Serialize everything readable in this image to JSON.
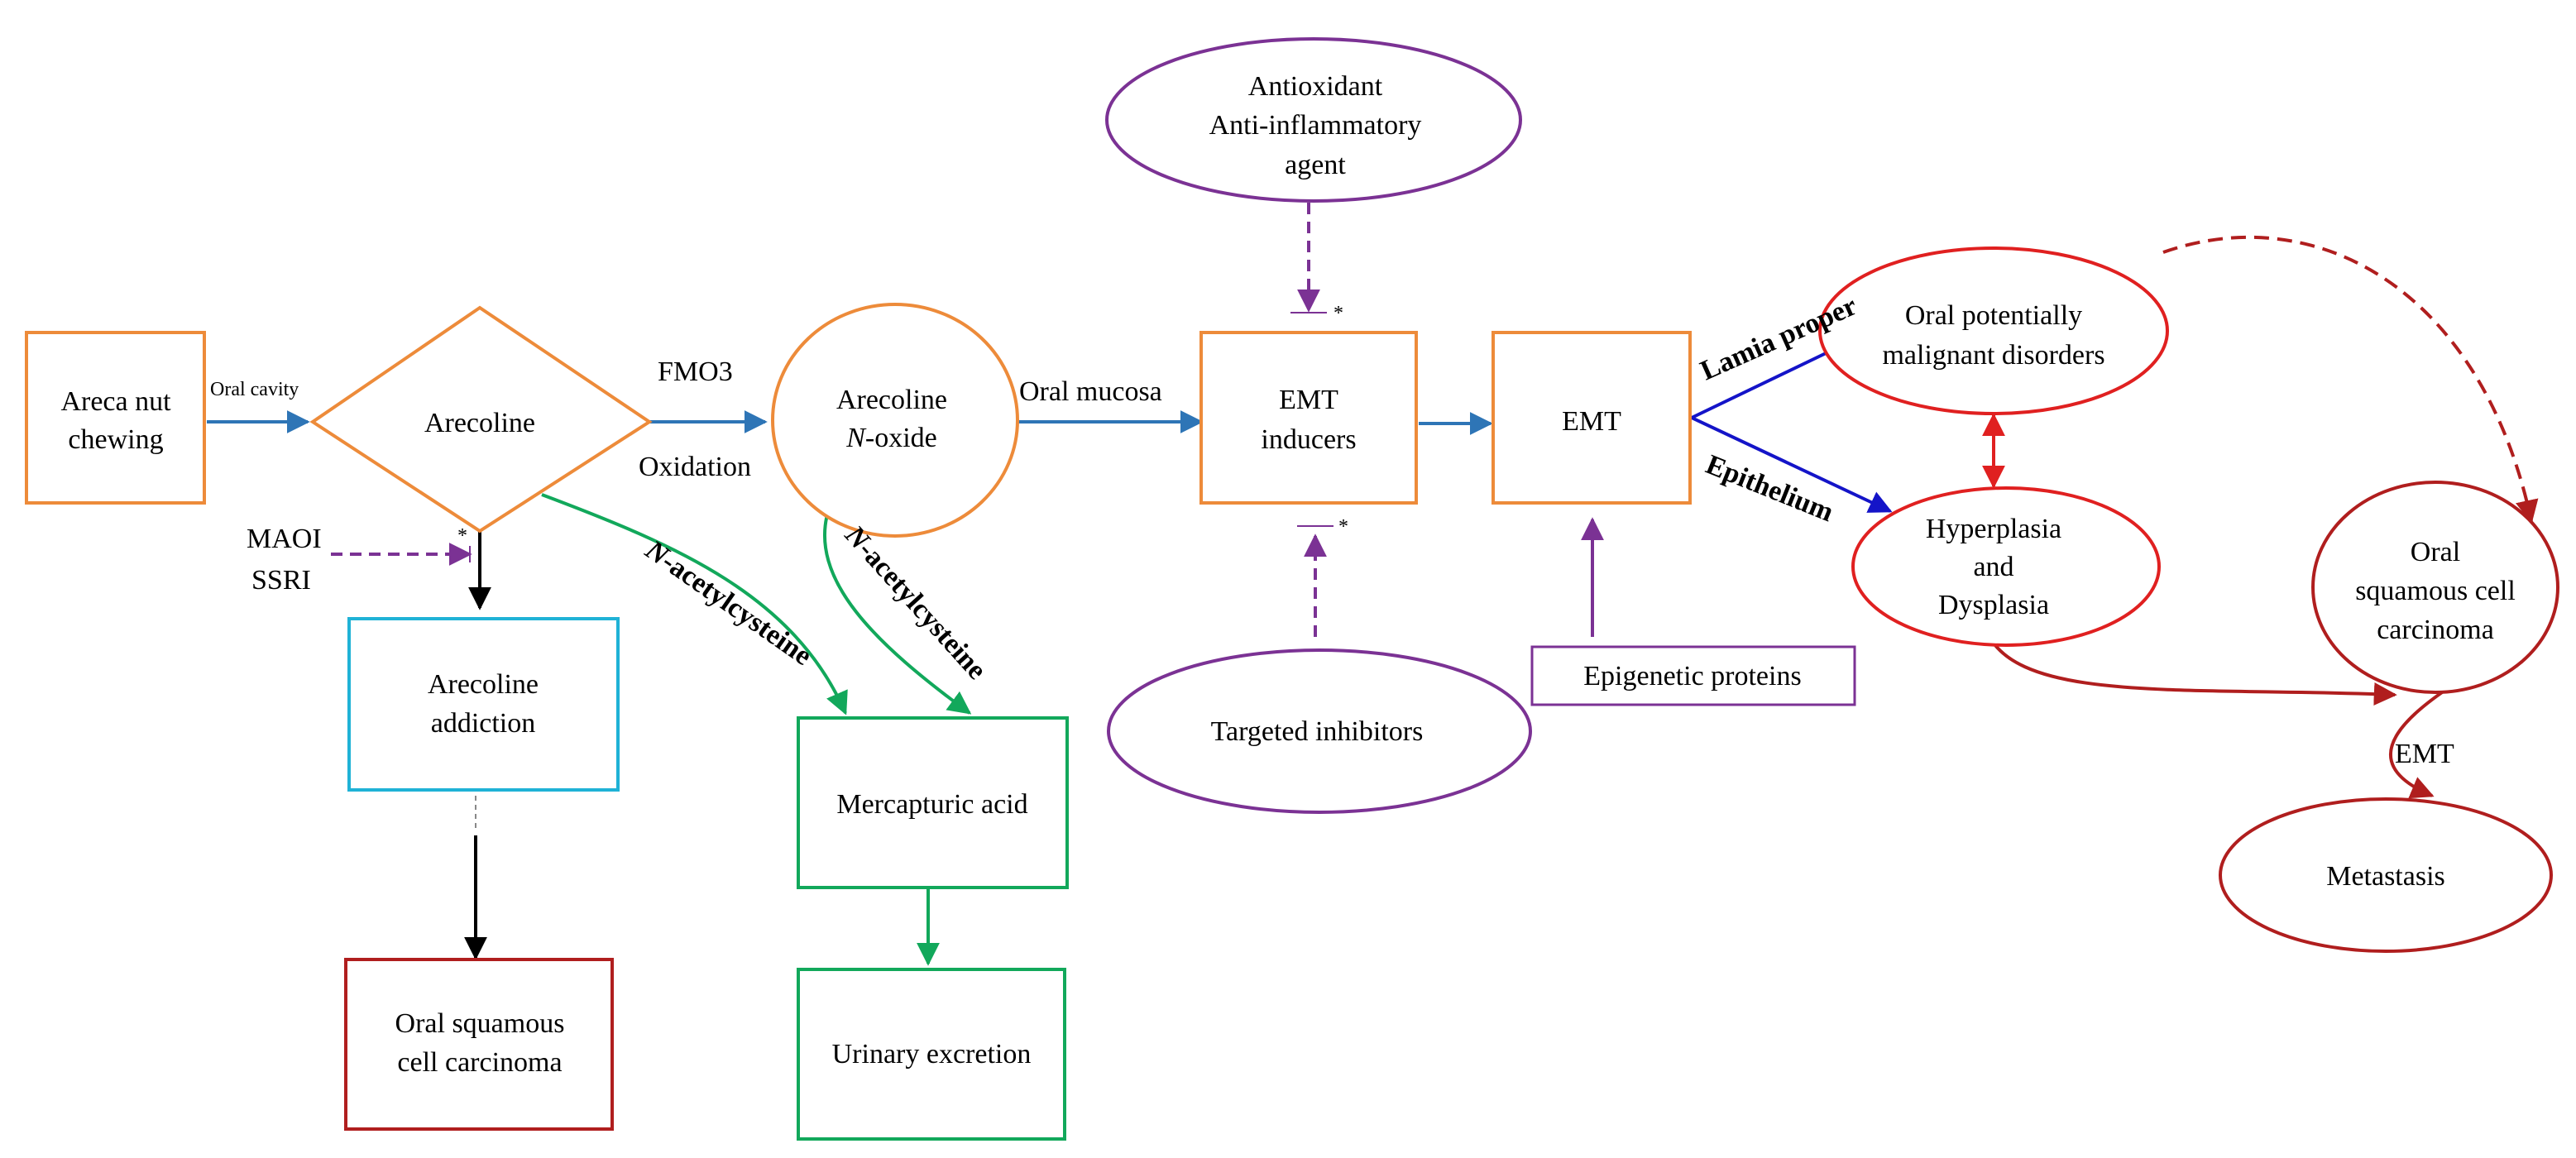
{
  "nodes": {
    "areca_nut": {
      "line1": "Areca nut",
      "line2": "chewing"
    },
    "arecoline": {
      "label": "Arecoline"
    },
    "arecoline_n_oxide": {
      "line1": "Arecoline",
      "line2_prefix": "N",
      "line2_suffix": "-oxide"
    },
    "emt_inducers": {
      "line1": "EMT",
      "line2": "inducers"
    },
    "emt": {
      "label": "EMT"
    },
    "antioxidant": {
      "line1": "Antioxidant",
      "line2": "Anti-inflammatory",
      "line3": "agent"
    },
    "targeted_inhibitors": {
      "label": "Targeted inhibitors"
    },
    "epigenetic_proteins": {
      "label": "Epigenetic proteins"
    },
    "arecoline_addiction": {
      "line1": "Arecoline",
      "line2": "addiction"
    },
    "oscc_left": {
      "line1": "Oral squamous",
      "line2": "cell carcinoma"
    },
    "mercapturic_acid": {
      "label": "Mercapturic acid"
    },
    "urinary_excretion": {
      "label": "Urinary excretion"
    },
    "opmd": {
      "line1": "Oral potentially",
      "line2": "malignant disorders"
    },
    "hyperplasia": {
      "line1": "Hyperplasia",
      "line2": "and",
      "line3": "Dysplasia"
    },
    "oscc_right": {
      "line1": "Oral",
      "line2": "squamous cell",
      "line3": "carcinoma"
    },
    "metastasis": {
      "label": "Metastasis"
    }
  },
  "edge_labels": {
    "oral_cavity": "Oral cavity",
    "fmo3": "FMO3",
    "oxidation": "Oxidation",
    "oral_mucosa": "Oral mucosa",
    "maoi": "MAOI",
    "ssri": "SSRI",
    "nac_left_prefix": "N",
    "nac_left_suffix": "-acetylcysteine",
    "nac_right_prefix": "N",
    "nac_right_suffix": "-acetylcysteine",
    "lamia_proper": "Lamia proper",
    "epithelium": "Epithelium",
    "emt_metastasis": "EMT",
    "star_maoi": "*",
    "star_top": "*",
    "star_bottom": "*"
  },
  "colors": {
    "orange": "#ED8B3A",
    "cyan": "#1FB2D6",
    "dark_red": "#B01E1E",
    "green": "#12A85B",
    "purple": "#7B3294",
    "red": "#E02020",
    "blue_arrow": "#2E75B6",
    "navy_arrow": "#1414C8",
    "black": "#000000"
  }
}
